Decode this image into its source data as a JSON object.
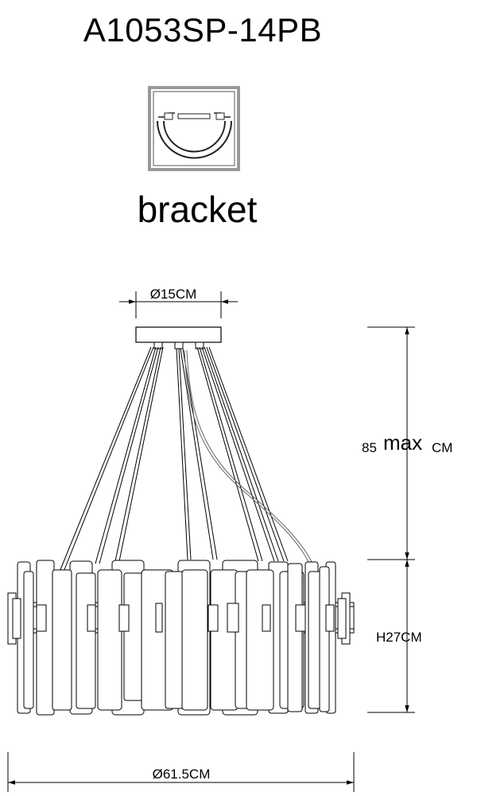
{
  "model": "A1053SP-14PB",
  "bracket": {
    "label": "bracket"
  },
  "dimensions": {
    "canopy": "Ø15CM",
    "drop_value": "85",
    "drop_max": "max",
    "drop_unit": "CM",
    "height": "H27CM",
    "diameter": "Ø61.5CM"
  }
}
